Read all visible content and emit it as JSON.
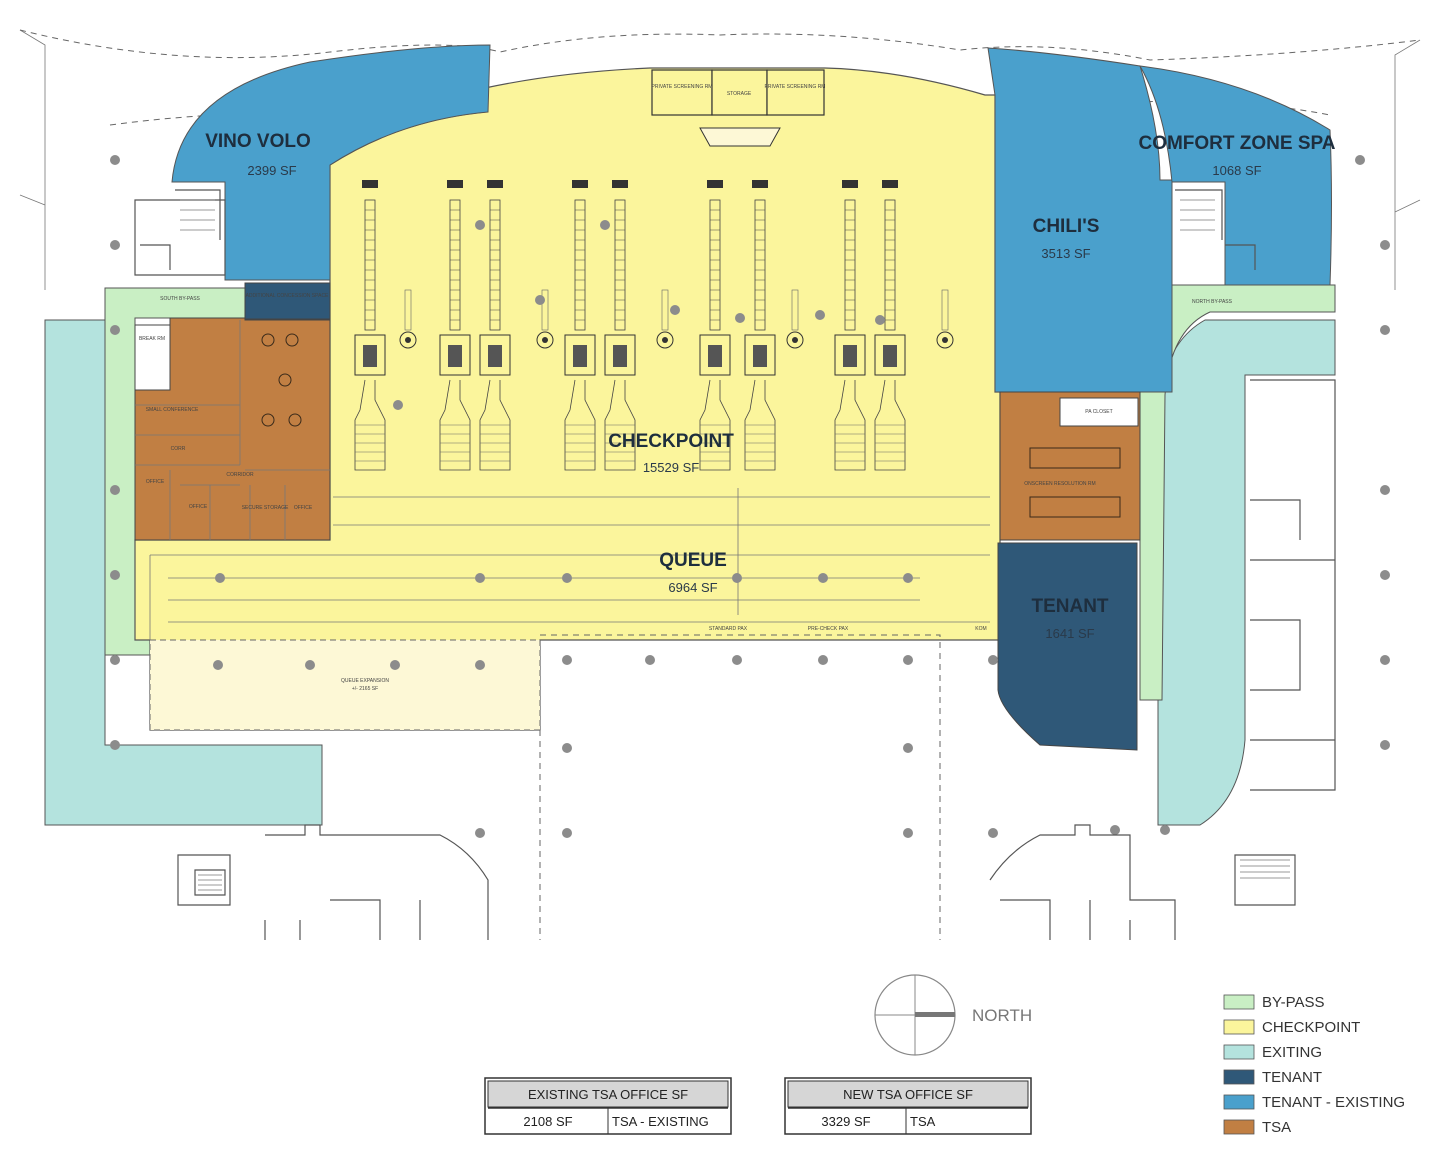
{
  "rooms": {
    "vino_volo": {
      "name": "VINO VOLO",
      "area": "2399 SF"
    },
    "comfort_zone": {
      "name": "COMFORT ZONE SPA",
      "area": "1068 SF"
    },
    "chilis": {
      "name": "CHILI'S",
      "area": "3513 SF"
    },
    "checkpoint": {
      "name": "CHECKPOINT",
      "area": "15529 SF"
    },
    "queue": {
      "name": "QUEUE",
      "area": "6964 SF"
    },
    "tenant": {
      "name": "TENANT",
      "area": "1641 SF"
    }
  },
  "small_labels": {
    "private_screening_left": "PRIVATE SCREENING RM",
    "storage": "STORAGE",
    "private_screening_right": "PRIVATE SCREENING RM",
    "south_bypass": "SOUTH BY-PASS",
    "north_bypass": "NORTH BY-PASS",
    "additional_concession": "ADDITIONAL CONCESSION SPACE",
    "pa_closet": "PA CLOSET",
    "resolution_rm": "ONSCREEN RESOLUTION RM",
    "queue_expansion": "QUEUE EXPANSION",
    "queue_expansion_area": "+/- 2165 SF",
    "standard_pax": "STANDARD PAX",
    "precheck_pax": "PRE-CHECK PAX",
    "kom": "KOM",
    "small_conference": "SMALL CONFERENCE",
    "corr": "CORR",
    "corridor": "CORRIDOR",
    "office": "OFFICE",
    "secure_storage": "SECURE STORAGE",
    "break_rm": "BREAK RM"
  },
  "compass": {
    "label": "NORTH"
  },
  "legend": [
    {
      "label": "BY-PASS",
      "color": "#c9efc4"
    },
    {
      "label": "CHECKPOINT",
      "color": "#fbf59c"
    },
    {
      "label": "EXITING",
      "color": "#b4e3de"
    },
    {
      "label": "TENANT",
      "color": "#2f5878"
    },
    {
      "label": "TENANT - EXISTING",
      "color": "#4aa0cc"
    },
    {
      "label": "TSA",
      "color": "#c17f43"
    }
  ],
  "tables": {
    "existing": {
      "title": "EXISTING TSA OFFICE SF",
      "area": "2108 SF",
      "type": "TSA - EXISTING"
    },
    "new": {
      "title": "NEW TSA OFFICE SF",
      "area": "3329 SF",
      "type": "TSA"
    }
  }
}
